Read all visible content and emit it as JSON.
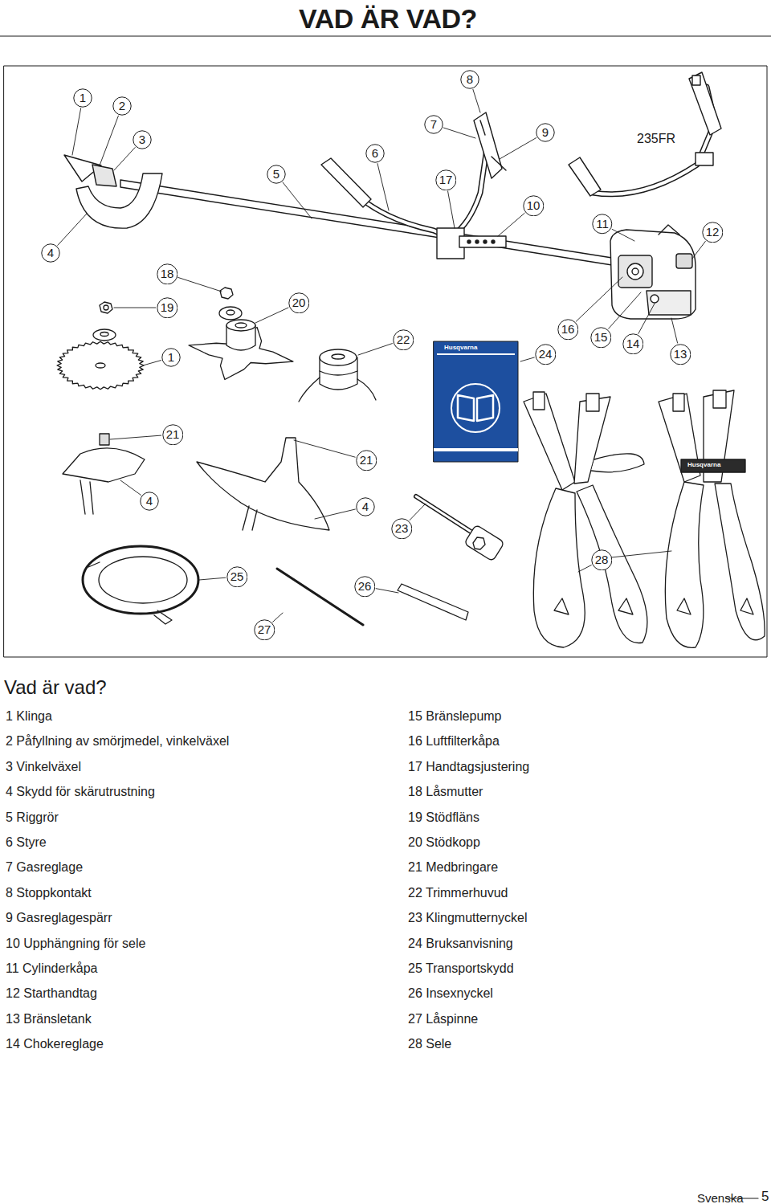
{
  "diagram": {
    "title": "VAD ÄR VAD?",
    "nodes": [
      {
        "text": [
          "1"
        ]
      },
      {
        "text": [
          "2"
        ]
      },
      {
        "text": [
          "3"
        ]
      },
      {
        "text": [
          "8"
        ]
      },
      {
        "text": [
          "7"
        ]
      },
      {
        "text": [
          "9"
        ]
      },
      {
        "text": [
          "6"
        ]
      },
      {
        "text": [
          "5"
        ]
      },
      {
        "text": [
          "17"
        ]
      },
      {
        "text": [
          "10"
        ]
      },
      {
        "text": [
          "11"
        ]
      },
      {
        "text": [
          "12"
        ]
      },
      {
        "text": [
          "4"
        ]
      },
      {
        "text": [
          "18"
        ]
      },
      {
        "text": [
          "20"
        ]
      },
      {
        "text": [
          "19"
        ]
      },
      {
        "text": [
          "16"
        ]
      },
      {
        "text": [
          "15"
        ]
      },
      {
        "text": [
          "22"
        ]
      },
      {
        "text": [
          "14"
        ]
      },
      {
        "text": [
          "1"
        ]
      },
      {
        "text": [
          "24"
        ]
      },
      {
        "text": [
          "13"
        ]
      },
      {
        "text": [
          "21"
        ]
      },
      {
        "text": [
          "21"
        ]
      },
      {
        "text": [
          "4"
        ]
      },
      {
        "text": [
          "4"
        ]
      },
      {
        "text": [
          "23"
        ]
      },
      {
        "text": [
          "28"
        ]
      },
      {
        "text": [
          "25"
        ]
      },
      {
        "text": [
          "26"
        ]
      },
      {
        "text": [
          "27"
        ]
      }
    ],
    "labels": [
      "235FR",
      "Husqvarna",
      "Husqvarna",
      "Vad är vad?",
      "1 Klinga",
      "2 Påfyllning av smörjmedel, vinkelväxel",
      "3 Vinkelväxel",
      "4 Skydd för skärutrustning",
      "5 Riggrör",
      "6 Styre",
      "7 Gasreglage",
      "8 Stoppkontakt",
      "9 Gasreglagespärr",
      "10 Upphängning för sele",
      "11 Cylinderkåpa",
      "12 Starthandtag",
      "13 Bränsletank",
      "14 Chokereglage",
      "15 Bränslepump",
      "16 Luftfilterkåpa",
      "17 Handtagsjustering",
      "18 Låsmutter",
      "19 Stödfläns",
      "20 Stödkopp",
      "21 Medbringare",
      "22 Trimmerhuvud",
      "23 Klingmutternyckel",
      "24 Bruksanvisning",
      "25 Transportskydd",
      "26 Insexnyckel",
      "27 Låspinne",
      "28 Sele",
      "Svenska",
      "5"
    ]
  }
}
